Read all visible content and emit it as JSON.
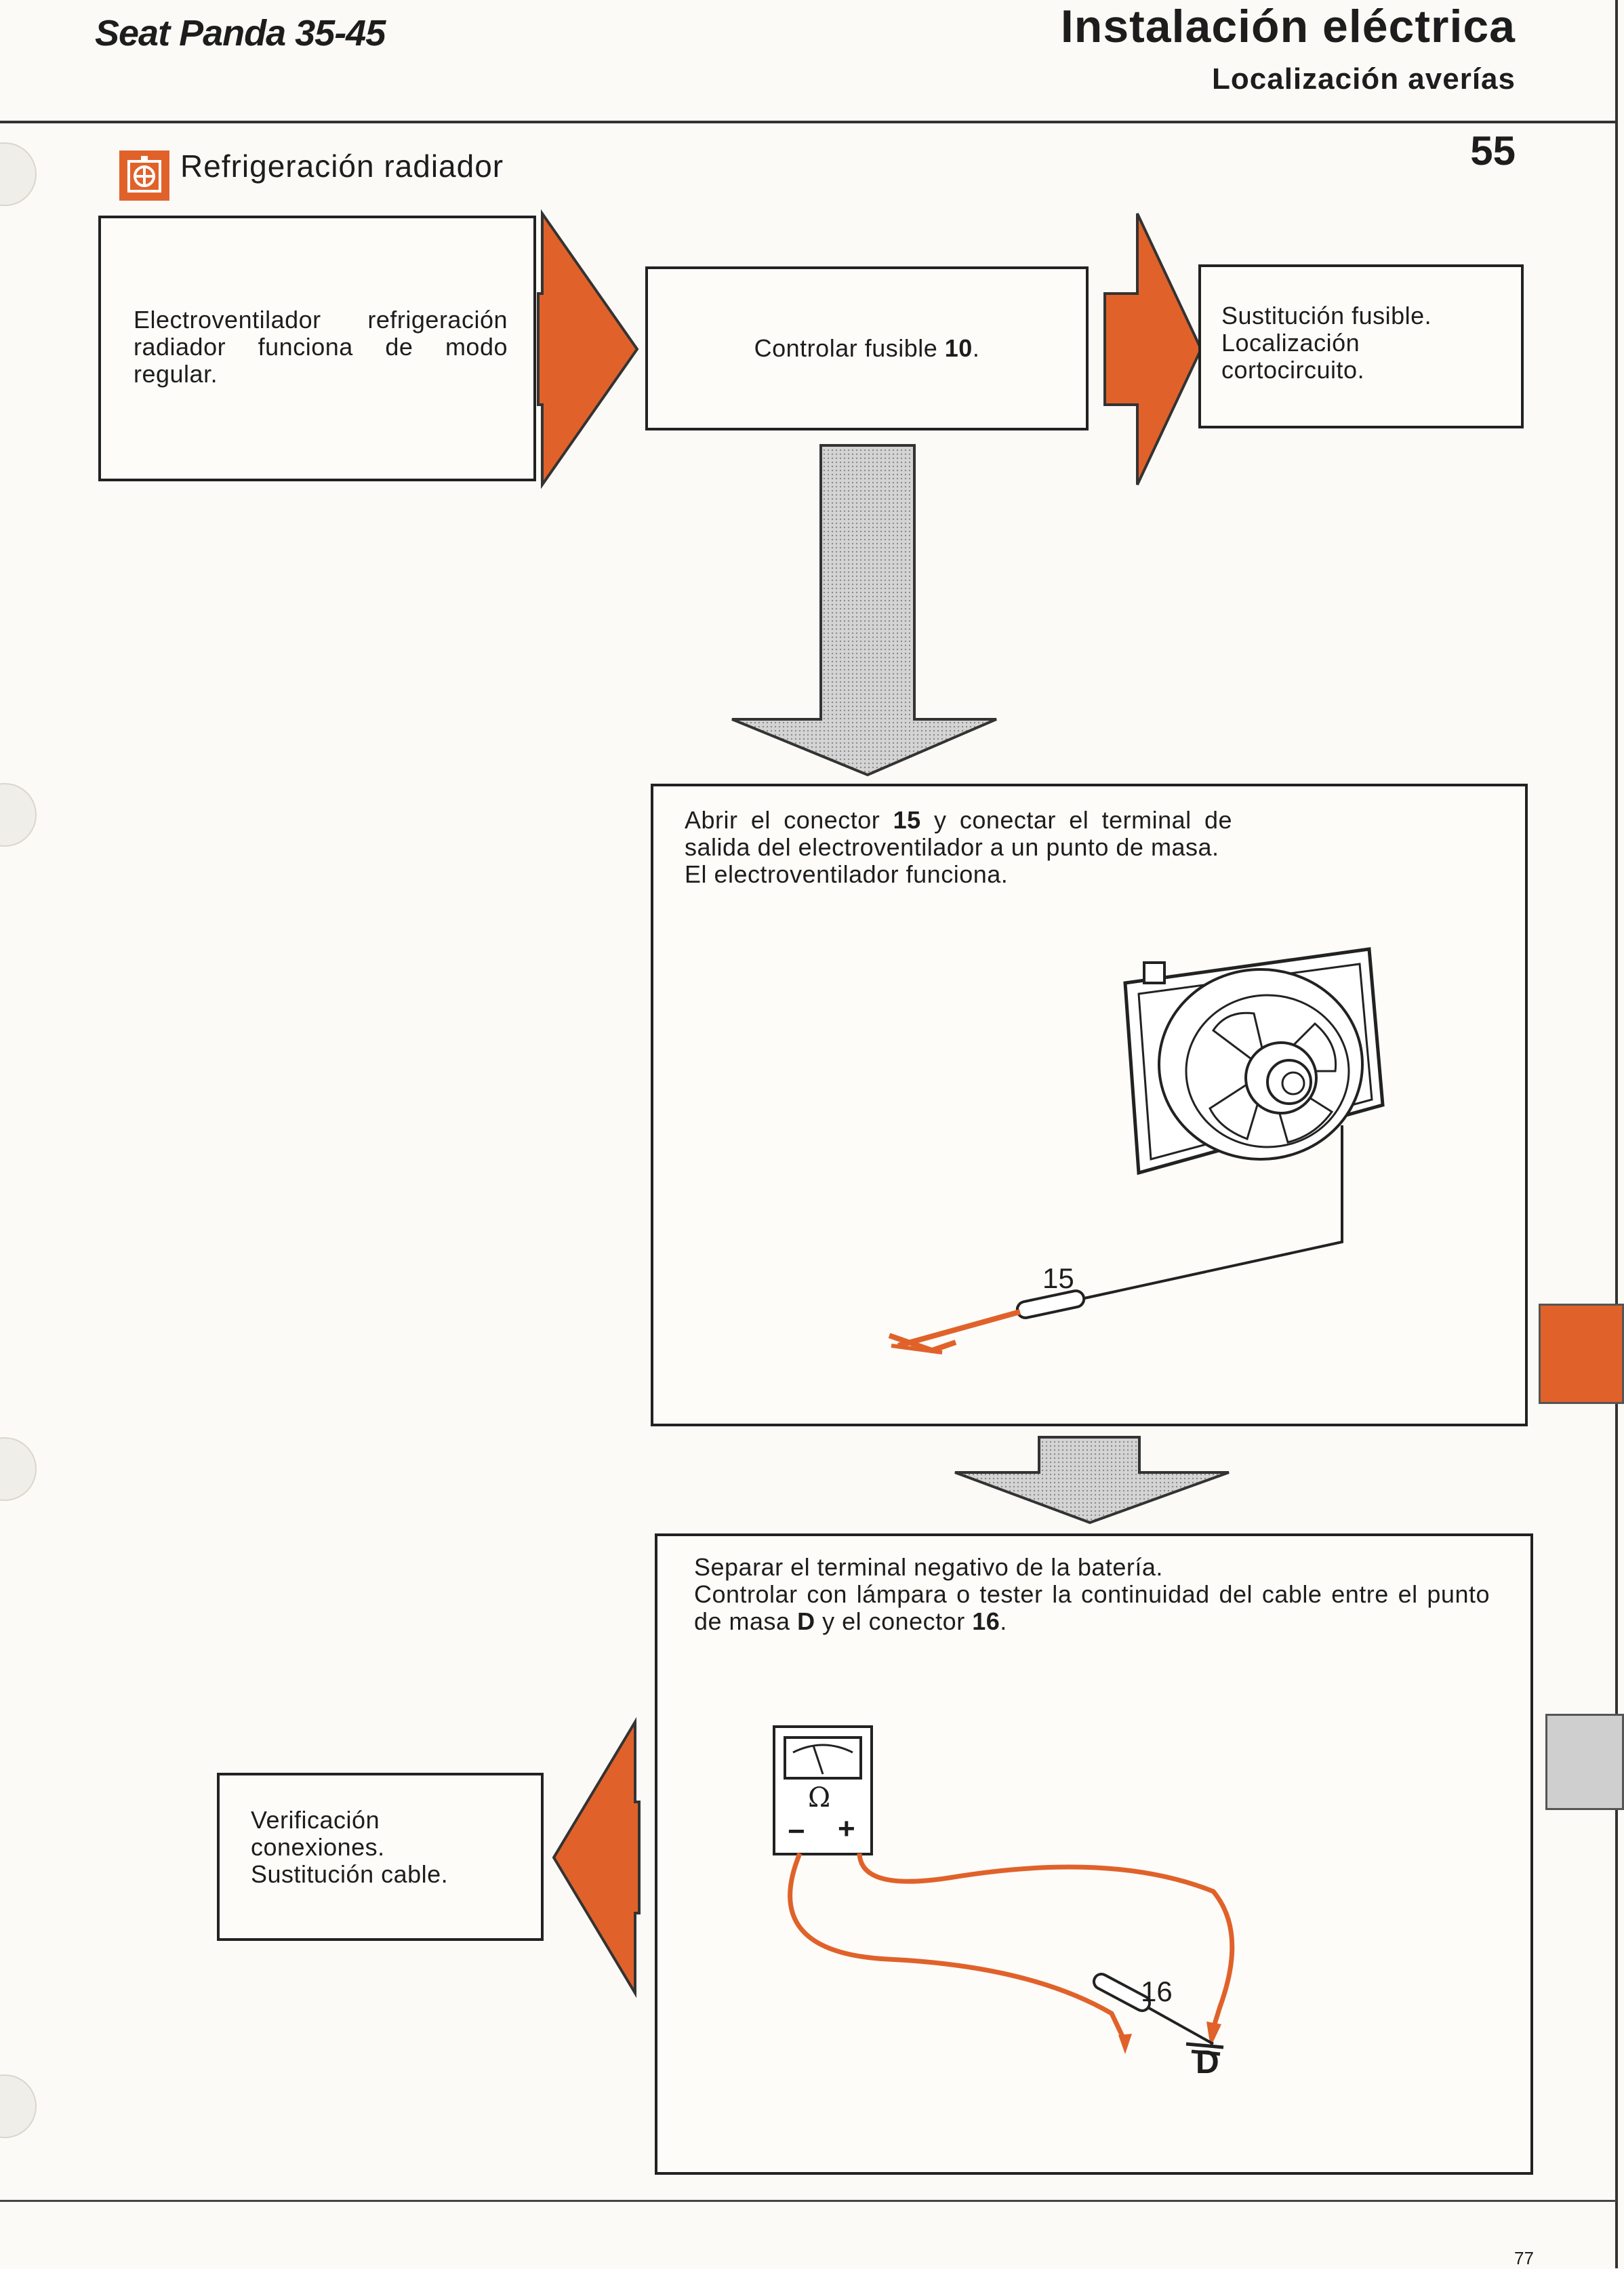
{
  "header": {
    "model": "Seat Panda 35-45",
    "section": "Instalación eléctrica",
    "subsection": "Localización averías",
    "page_code": "55"
  },
  "topic": {
    "icon": "fan-icon",
    "title": "Refrigeración radiador"
  },
  "steps": {
    "s1": "Electroventilador refrigeración radiador funciona de modo regular.",
    "s2_prefix": "Controlar fusible",
    "s2_num": "10",
    "s2_suffix": ".",
    "s3_l1": "Sustitución fusible.",
    "s3_l2": "Localización cortocircuito.",
    "s4_a": "Abrir el conector ",
    "s4_b": "15",
    "s4_c": " y conectar el terminal de salida del electroventilador a un punto de masa.",
    "s4_d": "El electroventilador funciona.",
    "s5_a": "Separar el terminal negativo de la batería.",
    "s5_b": "Controlar con lámpara o tester la continuidad del cable entre el punto de masa ",
    "s5_c": "D",
    "s5_d": " y el conector ",
    "s5_e": "16",
    "s5_f": ".",
    "s6_a": "Verificación conexiones.",
    "s6_b": "Sustitución cable."
  },
  "figures": {
    "connector_15": "15",
    "connector_16": "16",
    "ground_point": "D",
    "meter_symbol": "Ω",
    "meter_minus": "−",
    "meter_plus": "+"
  },
  "colors": {
    "accent": "#e0622a",
    "ink": "#1d1d1d",
    "shade": "#bdbdbd"
  },
  "footer": {
    "page_number": "77"
  }
}
